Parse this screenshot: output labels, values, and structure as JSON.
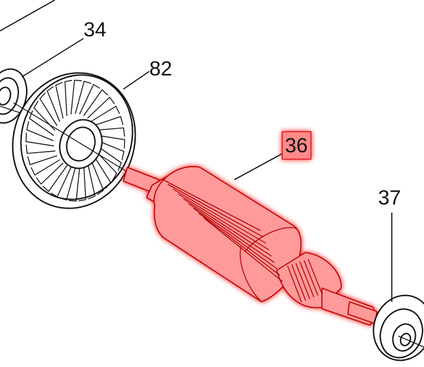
{
  "highlight_color": "#ff8a8a",
  "glow_color": "#ff0000",
  "callouts": {
    "part_34": "34",
    "part_82": "82",
    "part_36": "36",
    "part_37": "37"
  },
  "highlighted_part": "36"
}
